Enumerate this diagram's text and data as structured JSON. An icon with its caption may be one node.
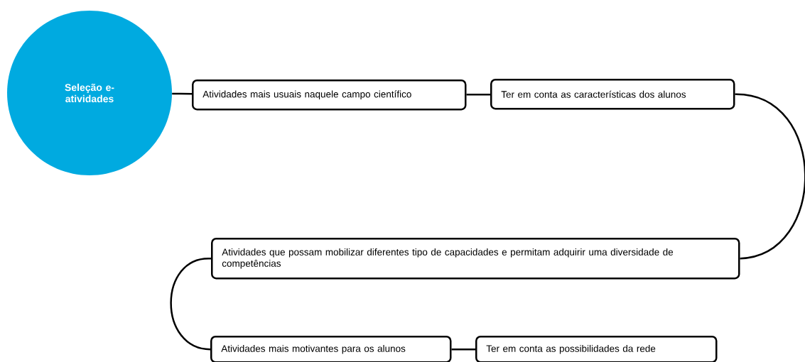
{
  "diagram": {
    "nodes": [
      {
        "text": [
          "Seleção e-atividades"
        ]
      },
      {
        "text": [
          "Atividades mais usuais naquele campo científico"
        ]
      },
      {
        "text": [
          "Ter em conta as características dos alunos"
        ]
      },
      {
        "text": [
          "Atividades que possam mobilizar diferentes tipo de capacidades e permitam adquirir uma diversidade de competências"
        ]
      },
      {
        "text": [
          "Atividades mais motivantes para os alunos"
        ]
      },
      {
        "text": [
          "Ter em conta as possibilidades da rede"
        ]
      }
    ],
    "edges": [
      {
        "from": 0,
        "to": 1,
        "arrow": "none"
      },
      {
        "from": 1,
        "to": 2,
        "arrow": "none"
      },
      {
        "from": 2,
        "to": 3,
        "arrow": "none"
      },
      {
        "from": 3,
        "to": 4,
        "arrow": "none"
      },
      {
        "from": 4,
        "to": 5,
        "arrow": "none"
      }
    ]
  }
}
